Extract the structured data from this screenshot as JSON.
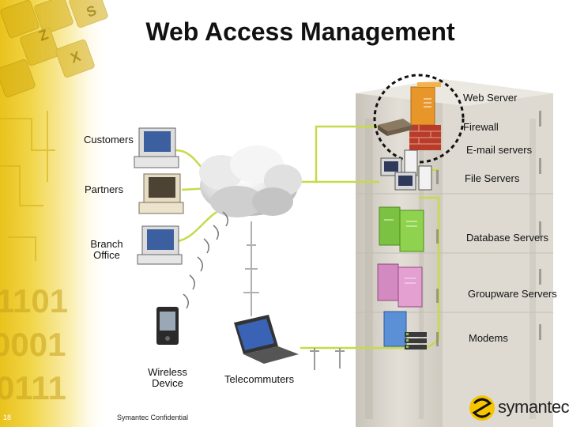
{
  "title": "Web Access Management",
  "labels": {
    "web_server": "Web Server",
    "firewall": "Firewall",
    "email_servers": "E-mail servers",
    "file_servers": "File Servers",
    "database_servers": "Database Servers",
    "groupware_servers": "Groupware Servers",
    "modems": "Modems",
    "customers": "Customers",
    "partners": "Partners",
    "branch_office_line1": "Branch",
    "branch_office_line2": "Office",
    "wireless_device_line1": "Wireless",
    "wireless_device_line2": "Device",
    "telecommuters": "Telecommuters"
  },
  "footer": {
    "page_number": "18",
    "confidential": "Symantec Confidential",
    "logo_text": "symantec."
  },
  "colors": {
    "connection_line": "#c8d94a",
    "building": "#d8d4cc",
    "logo_yellow": "#f6c500"
  }
}
